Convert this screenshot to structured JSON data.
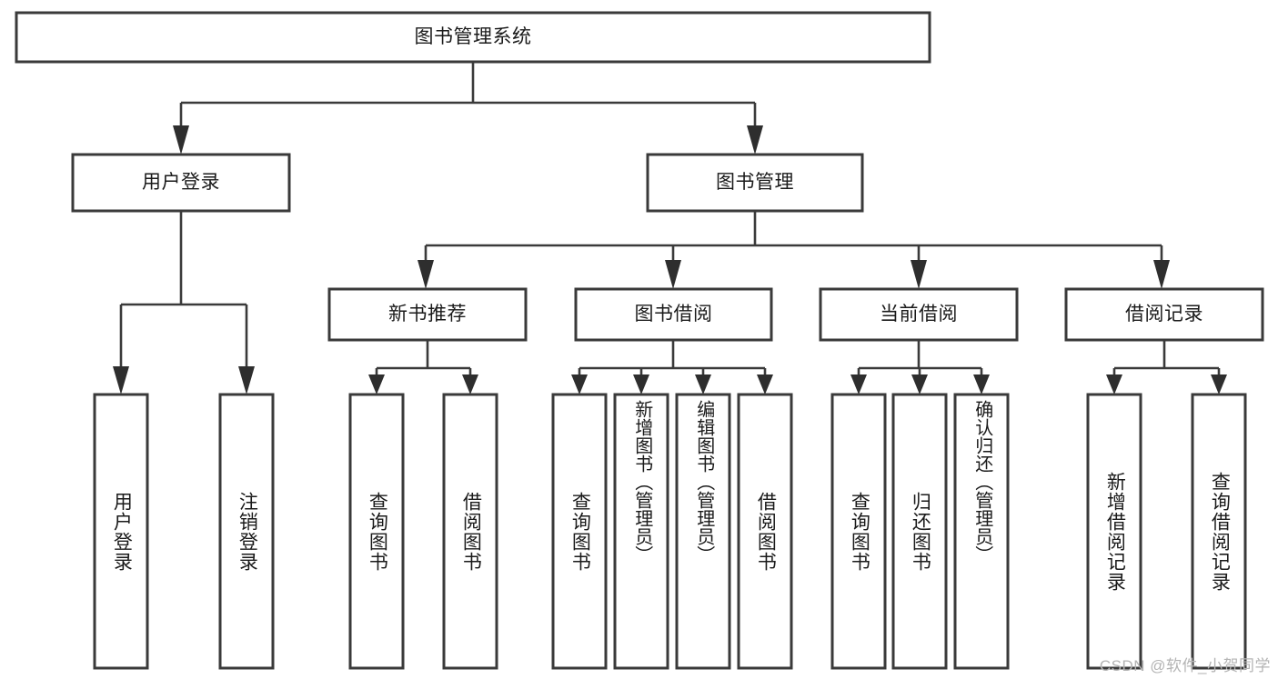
{
  "diagram": {
    "type": "tree-hierarchy",
    "title": "图书管理系统",
    "root": {
      "label": "图书管理系统"
    },
    "level2": [
      {
        "label": "用户登录"
      },
      {
        "label": "图书管理"
      }
    ],
    "level3": [
      {
        "label": "新书推荐"
      },
      {
        "label": "图书借阅"
      },
      {
        "label": "当前借阅"
      },
      {
        "label": "借阅记录"
      }
    ],
    "leaves": {
      "user_login": [
        {
          "label": "用户登录"
        },
        {
          "label": "注销登录"
        }
      ],
      "new_book_recommend": [
        {
          "label": "查询图书"
        },
        {
          "label": "借阅图书"
        }
      ],
      "book_borrow": [
        {
          "label": "查询图书"
        },
        {
          "label": "新增图书（管理员）"
        },
        {
          "label": "编辑图书（管理员）"
        },
        {
          "label": "借阅图书"
        }
      ],
      "current_borrow": [
        {
          "label": "查询图书"
        },
        {
          "label": "归还图书"
        },
        {
          "label": "确认归还（管理员）"
        }
      ],
      "borrow_record": [
        {
          "label": "新增借阅记录"
        },
        {
          "label": "查询借阅记录"
        }
      ]
    }
  },
  "watermark": {
    "text": "CSDN @软件_小贺同学"
  },
  "colors": {
    "box_stroke": "#3a3a3a",
    "connector": "#3a3a3a",
    "text": "#1a1a1a",
    "background": "#ffffff",
    "watermark": "#b4b4b4"
  }
}
